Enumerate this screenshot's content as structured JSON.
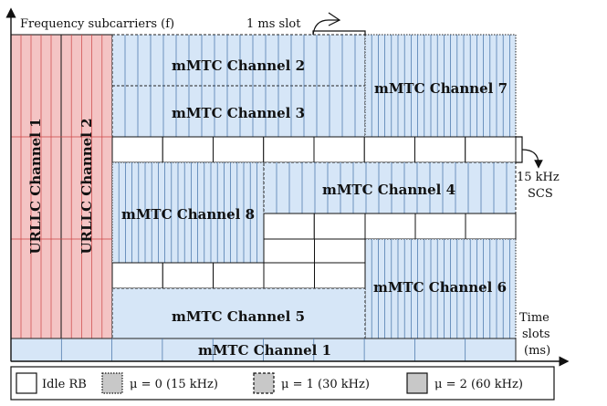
{
  "axes": {
    "y_label": "Frequency subcarriers (f)",
    "x_label_lines": [
      "Time",
      "slots",
      "(ms)"
    ]
  },
  "annotations": {
    "slot": "1 ms slot",
    "scs_lines": [
      "15 kHz",
      "SCS"
    ]
  },
  "channels": {
    "urllc_1": "URLLC Channel 1",
    "urllc_2": "URLLC Channel 2",
    "mmtc_1": "mMTC Channel 1",
    "mmtc_2": "mMTC Channel 2",
    "mmtc_3": "mMTC Channel 3",
    "mmtc_4": "mMTC Channel 4",
    "mmtc_5": "mMTC Channel 5",
    "mmtc_6": "mMTC Channel 6",
    "mmtc_7": "mMTC Channel 7",
    "mmtc_8": "mMTC Channel 8"
  },
  "legend": {
    "idle": "Idle RB",
    "mu0": "μ = 0 (15 kHz)",
    "mu1": "μ = 1 (30 kHz)",
    "mu2": "μ = 2 (60 kHz)"
  },
  "colors": {
    "urllc_fill": "#f4c4c4",
    "urllc_line": "#cc4444",
    "mmtc_fill": "#d6e6f7",
    "mmtc_line": "#3f6fa6",
    "legend_fill": "#c8c8c8"
  }
}
